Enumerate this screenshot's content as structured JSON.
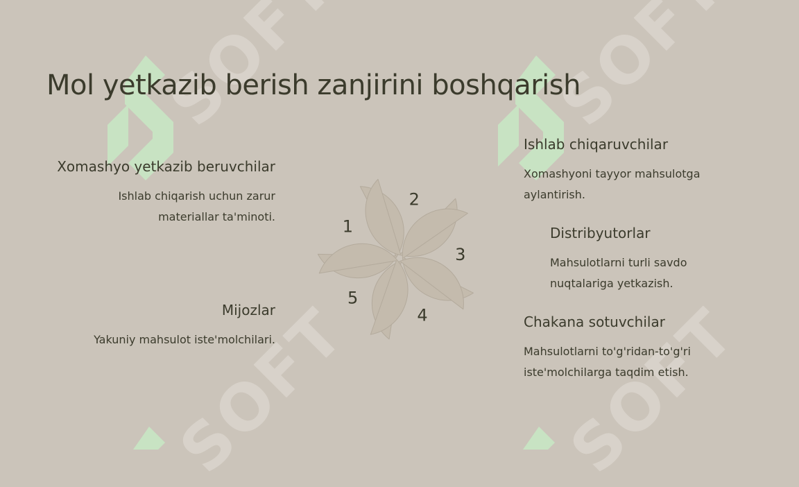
{
  "title": "Mol yetkazib berish zanjirini boshqarish",
  "colors": {
    "background": "#cbc4ba",
    "petal_fill": "#c4bbad",
    "petal_stroke": "#b3aa9c",
    "text": "#3b3b2c",
    "watermark_green": "#c8e3c3",
    "watermark_text": "#d8d2ca"
  },
  "watermark": {
    "text": "SOFT"
  },
  "petals": [
    "1",
    "2",
    "3",
    "4",
    "5"
  ],
  "items": [
    {
      "title": "Xomashyo yetkazib beruvchilar",
      "desc": "Ishlab chiqarish uchun zarur materiallar ta'minoti."
    },
    {
      "title": "Ishlab chiqaruvchilar",
      "desc": "Xomashyoni tayyor mahsulotga aylantirish."
    },
    {
      "title": "Distribyutorlar",
      "desc": "Mahsulotlarni turli savdo nuqtalariga yetkazish."
    },
    {
      "title": "Chakana sotuvchilar",
      "desc": "Mahsulotlarni to'g'ridan-to'g'ri iste'molchilarga taqdim etish."
    },
    {
      "title": "Mijozlar",
      "desc": "Yakuniy mahsulot iste'molchilari."
    }
  ]
}
